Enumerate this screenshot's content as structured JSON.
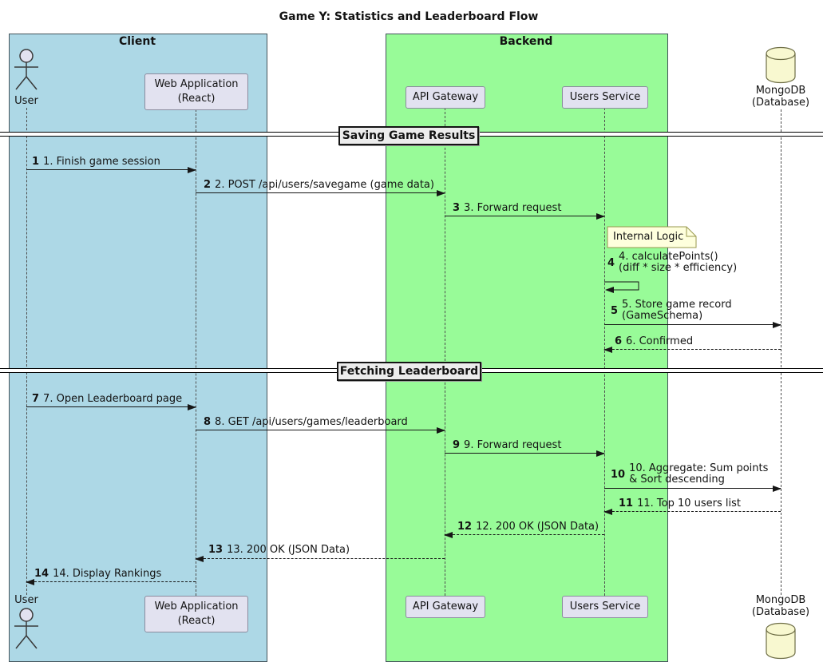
{
  "title": "Game Y: Statistics and Leaderboard Flow",
  "groups": {
    "client": {
      "label": "Client",
      "color": "#ADD8E6"
    },
    "backend": {
      "label": "Backend",
      "color": "#98FB98"
    }
  },
  "participants": {
    "user": {
      "label": "User",
      "type": "actor"
    },
    "webapp": {
      "label": "Web Application\n(React)",
      "type": "participant"
    },
    "gateway": {
      "label": "API Gateway",
      "type": "participant"
    },
    "users_service": {
      "label": "Users Service",
      "type": "participant"
    },
    "mongodb": {
      "label": "MongoDB\n(Database)",
      "type": "database"
    }
  },
  "dividers": [
    {
      "label": "Saving Game Results"
    },
    {
      "label": "Fetching Leaderboard"
    }
  ],
  "note": {
    "label": "Internal Logic",
    "color": "#FEFFDD"
  },
  "messages": [
    {
      "seq": "1",
      "text": "1. Finish game session",
      "from": "user",
      "to": "webapp",
      "type": "solid"
    },
    {
      "seq": "2",
      "text": "2. POST /api/users/savegame (game data)",
      "from": "webapp",
      "to": "gateway",
      "type": "solid"
    },
    {
      "seq": "3",
      "text": "3. Forward request",
      "from": "gateway",
      "to": "users_service",
      "type": "solid"
    },
    {
      "seq": "4",
      "text": "4. calculatePoints()\n(diff * size * efficiency)",
      "from": "users_service",
      "to": "users_service",
      "type": "self"
    },
    {
      "seq": "5",
      "text": "5. Store game record\n(GameSchema)",
      "from": "users_service",
      "to": "mongodb",
      "type": "solid"
    },
    {
      "seq": "6",
      "text": "6. Confirmed",
      "from": "mongodb",
      "to": "users_service",
      "type": "dashed"
    },
    {
      "seq": "7",
      "text": "7. Open Leaderboard page",
      "from": "user",
      "to": "webapp",
      "type": "solid"
    },
    {
      "seq": "8",
      "text": "8. GET /api/users/games/leaderboard",
      "from": "webapp",
      "to": "gateway",
      "type": "solid"
    },
    {
      "seq": "9",
      "text": "9. Forward request",
      "from": "gateway",
      "to": "users_service",
      "type": "solid"
    },
    {
      "seq": "10",
      "text": "10. Aggregate: Sum points\n& Sort descending",
      "from": "users_service",
      "to": "mongodb",
      "type": "solid"
    },
    {
      "seq": "11",
      "text": "11. Top 10 users list",
      "from": "mongodb",
      "to": "users_service",
      "type": "dashed"
    },
    {
      "seq": "12",
      "text": "12. 200 OK (JSON Data)",
      "from": "users_service",
      "to": "gateway",
      "type": "dashed"
    },
    {
      "seq": "13",
      "text": "13. 200 OK (JSON Data)",
      "from": "gateway",
      "to": "webapp",
      "type": "dashed"
    },
    {
      "seq": "14",
      "text": "14. Display Rankings",
      "from": "webapp",
      "to": "user",
      "type": "dashed"
    }
  ]
}
